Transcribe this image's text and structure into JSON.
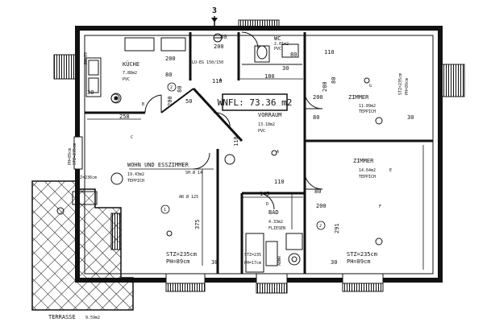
{
  "header": {
    "section_marker": "3"
  },
  "area_box": {
    "text": "WNFL: 73.36 m2"
  },
  "rooms": {
    "kueche": {
      "name": "KÜCHE",
      "area": "7.88m2",
      "floor": "PVC",
      "number": "2"
    },
    "wc": {
      "name": "WC",
      "area": "2.01m2",
      "floor": "PVC"
    },
    "zimmer_top": {
      "name": "ZIMMER",
      "area": "11.89m2",
      "floor": "TEPPICH",
      "stz": "STZ=235cm",
      "ph": "PH=89cm"
    },
    "vorraum": {
      "name": "VORRAUM",
      "area": "13.18m2",
      "floor": "PVC"
    },
    "wohn": {
      "name": "WOHN UND ESSZIMMER",
      "area": "19.43m2",
      "floor": "TEPPICH",
      "stz": "STZ=235cm",
      "ph": "PH=89cm"
    },
    "zimmer_bottom": {
      "name": "ZIMMER",
      "area": "14.64m2",
      "floor": "TEPPICH",
      "stz": "STZ=235cm",
      "ph": "PH=89cm"
    },
    "bad": {
      "name": "BAD",
      "area": "4.33m2",
      "floor": "FLIESEN",
      "stz": "STZ=235",
      "ph": "PH=17cm"
    },
    "terrasse": {
      "name": "TERRASSE",
      "area": "9.59m2"
    }
  },
  "labels": {
    "lu_eg": "LU-EG 150/150",
    "ar": "AR Ø 125",
    "sh": "SH Ø 14",
    "stz_236": "STZ=236cm",
    "stz_235_left": "STZ=235cm",
    "ph_89_left": "PH=89cm",
    "ph_89_kitchen": "PH=89",
    "rohr": "ABWR"
  },
  "dimensions": {
    "d200_a": "200",
    "d80_a": "80",
    "d200_b": "200",
    "d80_b": "80",
    "d110_top": "110",
    "d180": "180",
    "d80_c": "80",
    "d30_a": "30",
    "d258": "258",
    "d200_c": "200",
    "d50": "50",
    "d80_d": "80",
    "d110_mid": "110",
    "d110_vor": "110",
    "d145": "145",
    "d375": "375",
    "d291": "291",
    "d30_b": "30",
    "d30_c": "30",
    "d200_z": "200",
    "d80_z": "80",
    "d80_e": "80",
    "d200_e": "200",
    "d110_right": "110",
    "d80_f": "80",
    "d200_f": "200",
    "d30_d": "30",
    "d30_e": "30"
  },
  "markers": {
    "m1": "1",
    "m2a": "2",
    "m2b": "2",
    "m2c": "2",
    "mA": "A",
    "mB": "B",
    "mC": "C",
    "mD": "D",
    "mE": "E",
    "mF": "F",
    "mG": "G",
    "mA2": "A"
  }
}
